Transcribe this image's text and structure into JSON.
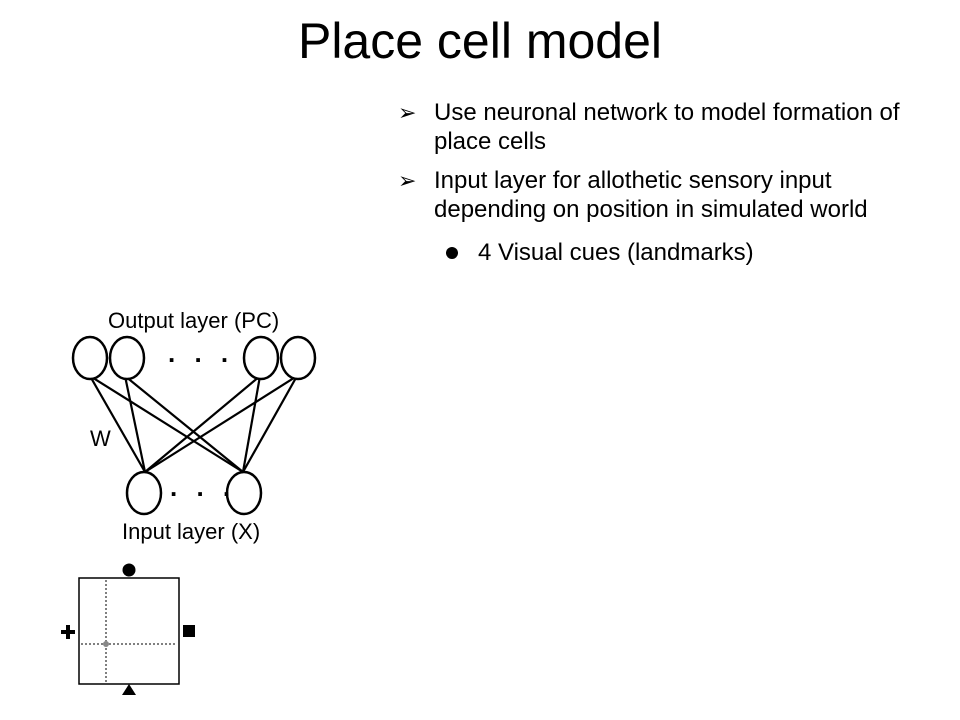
{
  "slide": {
    "title": "Place cell model",
    "bullets": [
      {
        "marker": "➢",
        "text": "Use neuronal network to model formation of place cells"
      },
      {
        "marker": "➢",
        "text": "Input layer for allothetic sensory input depending on position in simulated world"
      }
    ],
    "sub_bullets": [
      {
        "text": "4 Visual cues (landmarks)"
      }
    ]
  },
  "network_figure": {
    "output_label": "Output layer (PC)",
    "input_label": "Input layer (X)",
    "weight_label": "W",
    "ellipsis": ". . ."
  },
  "arena_figure": {
    "landmarks": [
      "circle",
      "square",
      "triangle",
      "plus"
    ]
  }
}
